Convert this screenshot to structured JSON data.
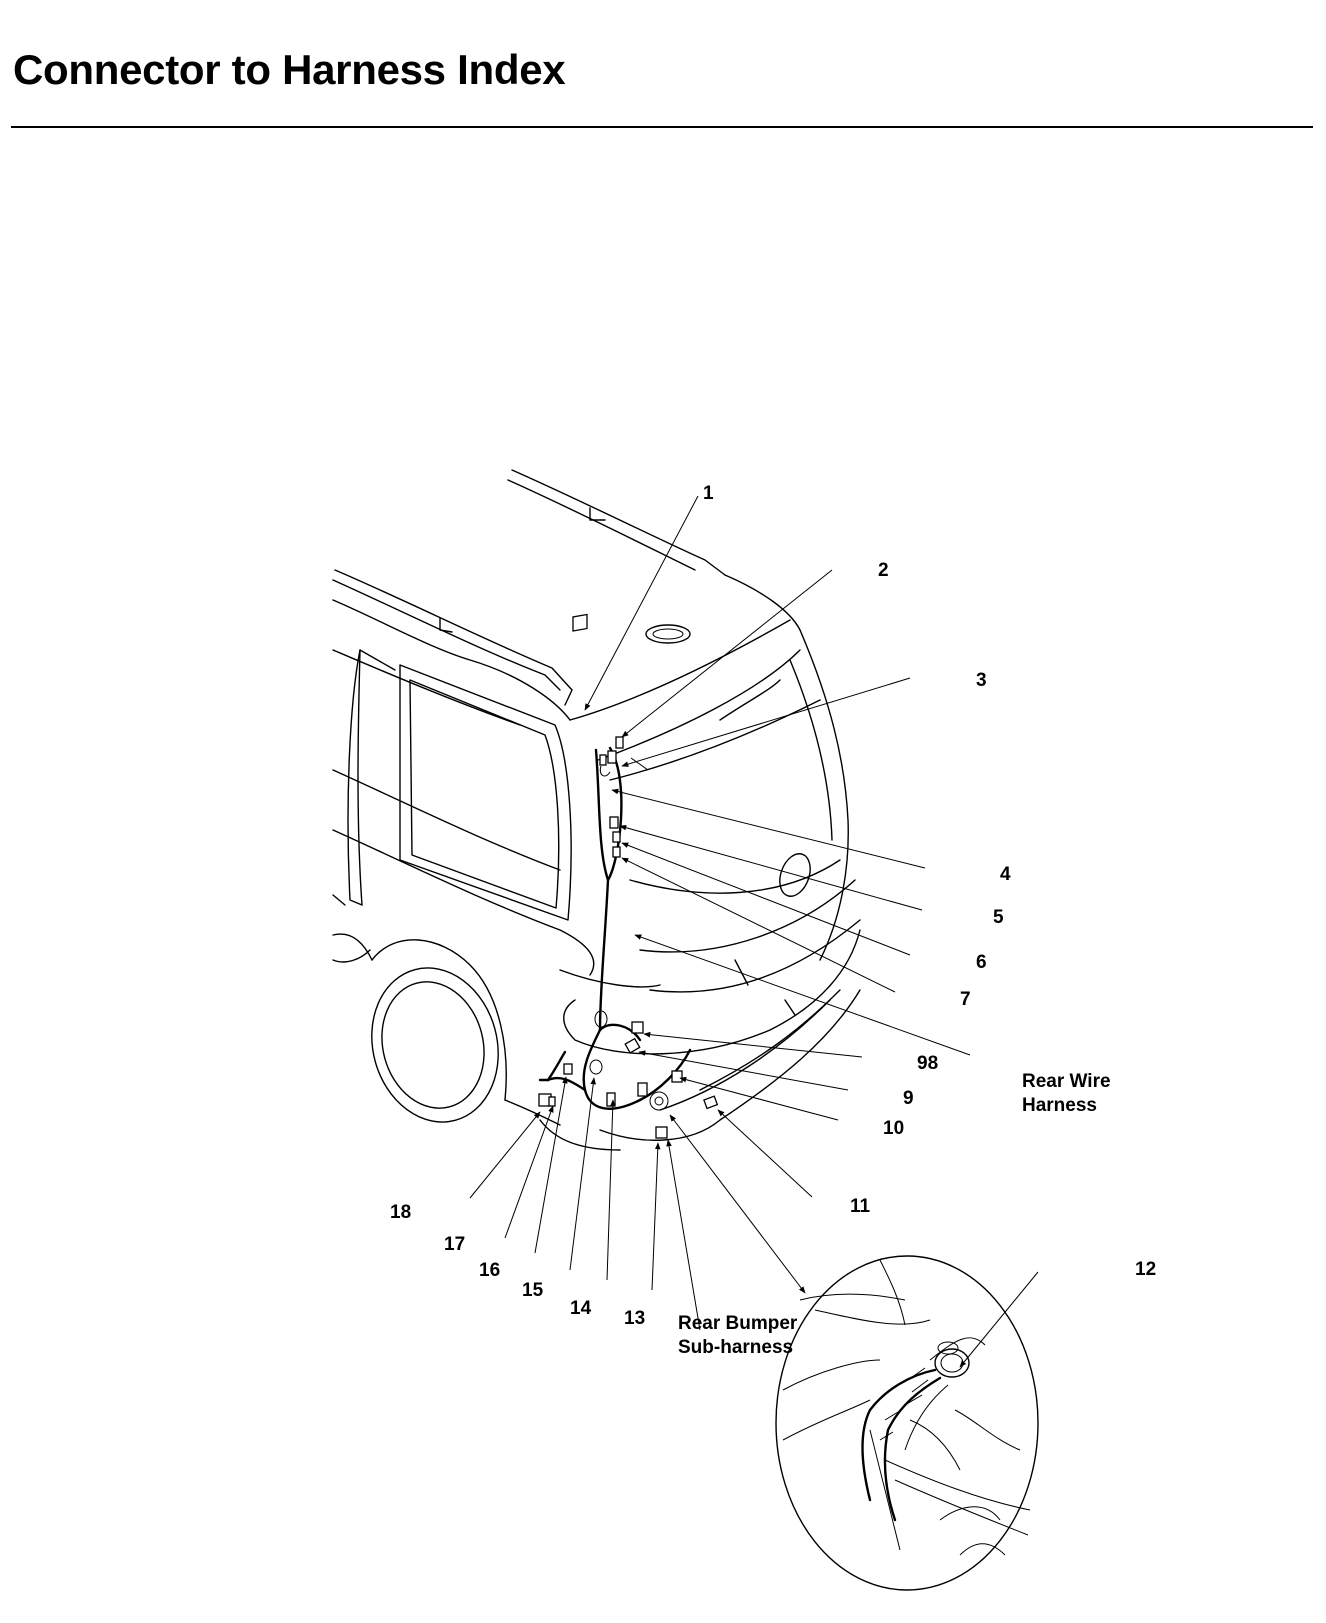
{
  "page": {
    "title": "Connector to Harness Index"
  },
  "diagram": {
    "callouts": [
      {
        "id": "c1",
        "text": "1"
      },
      {
        "id": "c2",
        "text": "2"
      },
      {
        "id": "c3",
        "text": "3"
      },
      {
        "id": "c4",
        "text": "4"
      },
      {
        "id": "c5",
        "text": "5"
      },
      {
        "id": "c6",
        "text": "6"
      },
      {
        "id": "c7",
        "text": "7"
      },
      {
        "id": "c98",
        "text": "98"
      },
      {
        "id": "c9",
        "text": "9"
      },
      {
        "id": "c10",
        "text": "10"
      },
      {
        "id": "c11",
        "text": "11"
      },
      {
        "id": "c12",
        "text": "12"
      },
      {
        "id": "c13",
        "text": "13"
      },
      {
        "id": "c14",
        "text": "14"
      },
      {
        "id": "c15",
        "text": "15"
      },
      {
        "id": "c16",
        "text": "16"
      },
      {
        "id": "c17",
        "text": "17"
      },
      {
        "id": "c18",
        "text": "18"
      }
    ],
    "rear_wire_harness": [
      "Rear Wire",
      "Harness"
    ],
    "rear_bumper_subharness": [
      "Rear Bumper",
      "Sub-harness"
    ]
  }
}
